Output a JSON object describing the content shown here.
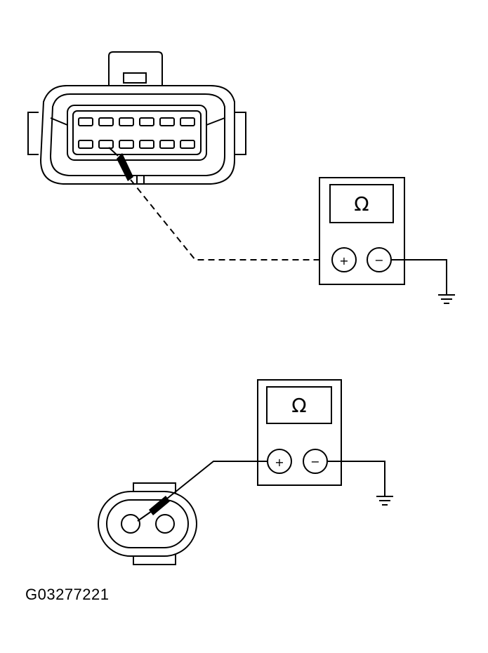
{
  "meter_top": {
    "display_symbol": "Ω",
    "plus_label": "+",
    "minus_label": "−"
  },
  "meter_bottom": {
    "display_symbol": "Ω",
    "plus_label": "+",
    "minus_label": "−"
  },
  "caption": "G03277221",
  "colors": {
    "line": "#000000",
    "background": "#ffffff"
  }
}
